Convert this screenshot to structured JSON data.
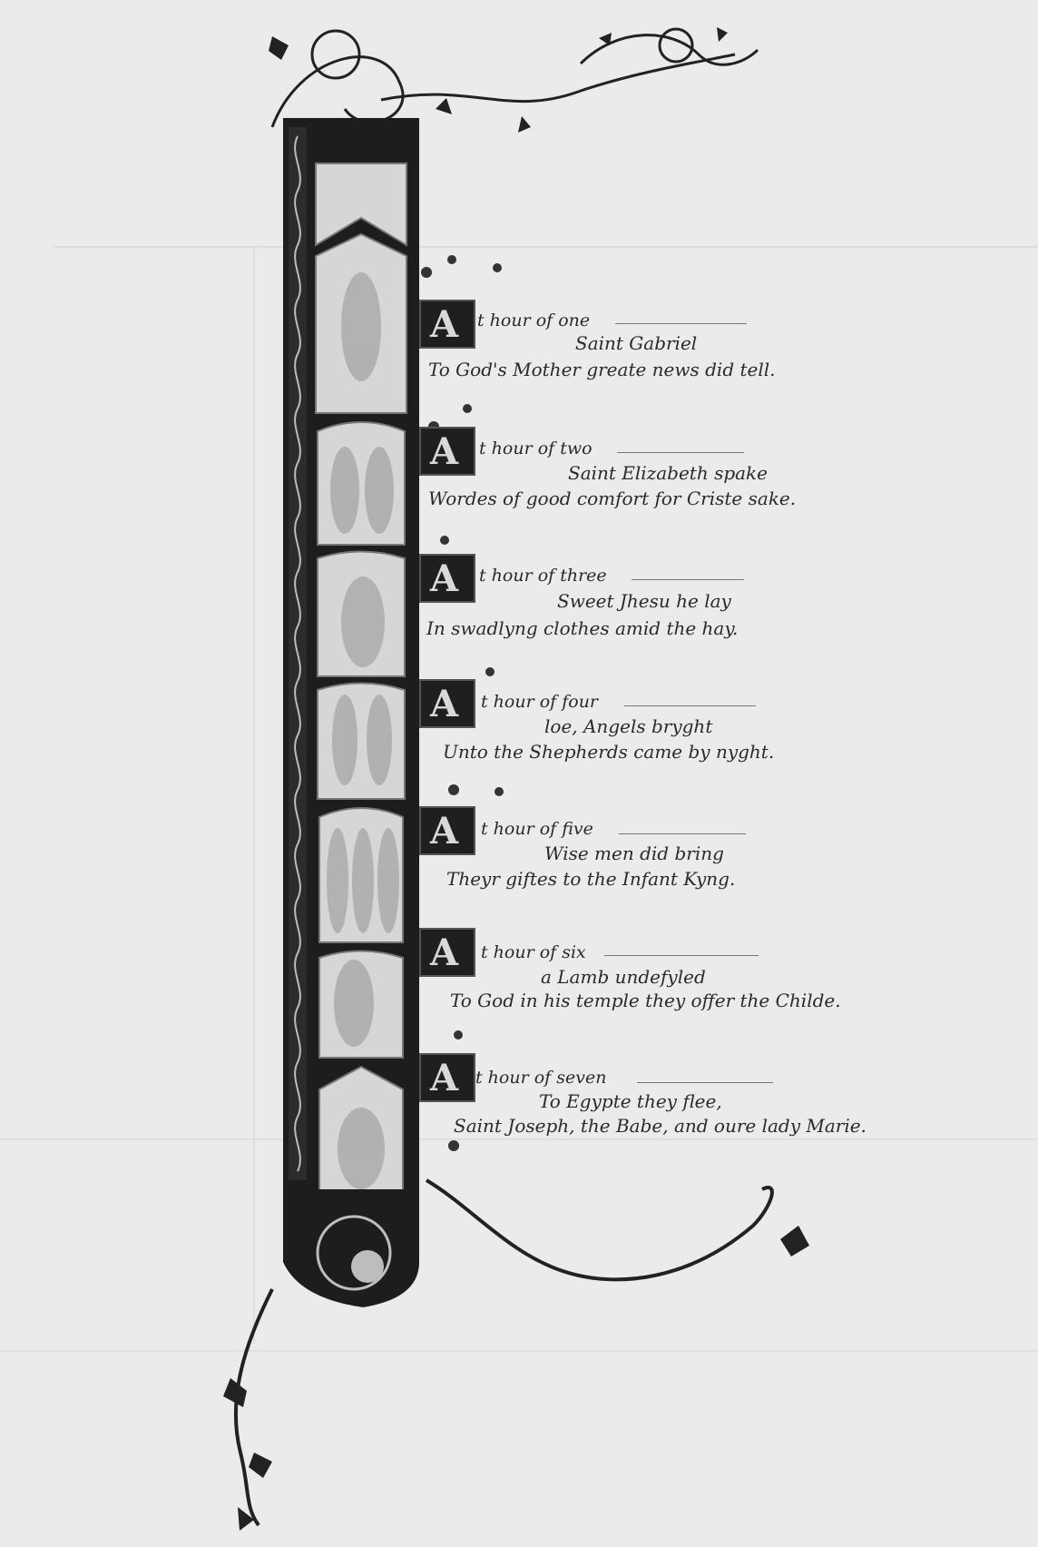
{
  "initial_letter": "A",
  "stanzas": [
    {
      "line1": "t hour of one",
      "line2": "Saint Gabriel",
      "line3": "To God's Mother greate news did tell."
    },
    {
      "line1": "t hour of two",
      "line2": "Saint Elizabeth spake",
      "line3": "Wordes of good comfort for Criste sake."
    },
    {
      "line1": "t hour of three",
      "line2": "Sweet Jhesu he lay",
      "line3": "In swadlyng clothes amid the hay."
    },
    {
      "line1": "t hour of four",
      "line2": "loe, Angels bryght",
      "line3": "Unto the Shepherds came by nyght."
    },
    {
      "line1": "t hour of five",
      "line2": "Wise men did bring",
      "line3": "Theyr giftes to the Infant Kyng."
    },
    {
      "line1": "t hour of six",
      "line2": "a Lamb undefyled",
      "line3": "To God in his temple they offer the Childe."
    },
    {
      "line1": "t hour of seven",
      "line2": "To Egypte they flee,",
      "line3": "Saint Joseph, the Babe, and oure lady Marie."
    }
  ],
  "colors": {
    "paper": "#ecebe9",
    "ink": "#2a2a2a",
    "border": "#1f1f1f",
    "panel": "#dcdcdc"
  }
}
